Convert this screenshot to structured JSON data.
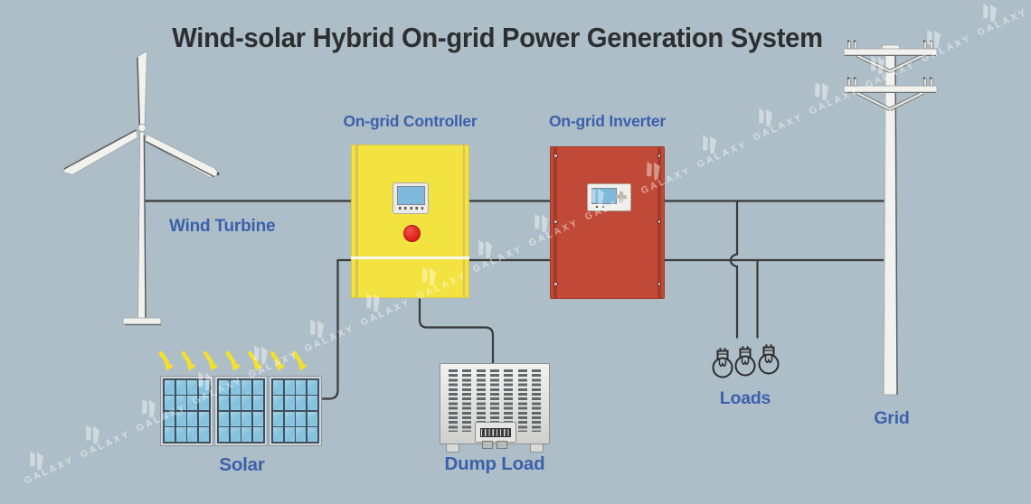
{
  "title": "Wind-solar Hybrid On-grid Power Generation System",
  "watermark": {
    "text": "GALAXY",
    "count": 18
  },
  "labels": {
    "wind_turbine": "Wind Turbine",
    "solar": "Solar",
    "controller": "On-grid Controller",
    "inverter": "On-grid Inverter",
    "dump_load": "Dump Load",
    "loads": "Loads",
    "grid": "Grid"
  },
  "solar": {
    "panels": 3,
    "rows": 4,
    "cols": 4,
    "sun_arrows": 7
  },
  "loads": {
    "bulb_count": 3
  },
  "dump_load": {
    "vent_columns": 7
  },
  "colors": {
    "background": "#adbec8",
    "title_dark": "#2d2e30",
    "label_blue": "#3c60ab",
    "wire": "#3a3a3a",
    "controller_yellow": "#f3e341",
    "inverter_red": "#c14937",
    "solar_cell_blue": "#85c3e0",
    "sun_arrow_yellow": "#f2df2e"
  }
}
